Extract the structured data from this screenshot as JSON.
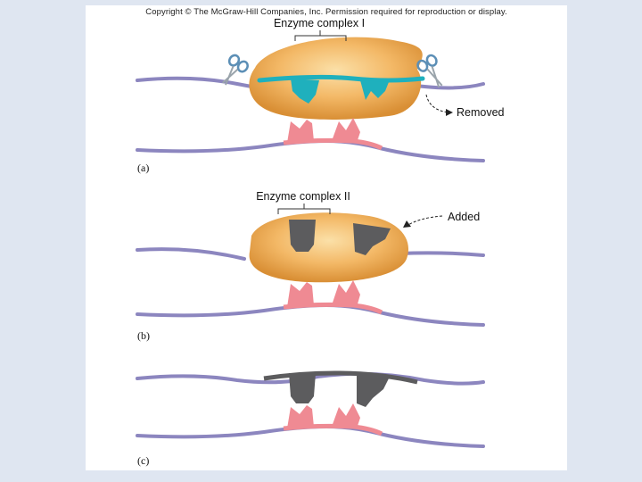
{
  "copyright": "Copyright © The McGraw-Hill Companies, Inc. Permission required for reproduction or display.",
  "panels": {
    "a": {
      "label": "(a)",
      "complex_label": "Enzyme complex I",
      "removed_label": "Removed"
    },
    "b": {
      "label": "(b)",
      "complex_label": "Enzyme complex II",
      "added_label": "Added"
    },
    "c": {
      "label": "(c)"
    }
  },
  "colors": {
    "strand": "#8c86bf",
    "enzyme_body": "#f0b460",
    "teal_segment": "#1fb0bd",
    "gray_segment": "#5c5c5e",
    "pink_segment": "#ef8a93",
    "background": "#dfe6f1"
  }
}
